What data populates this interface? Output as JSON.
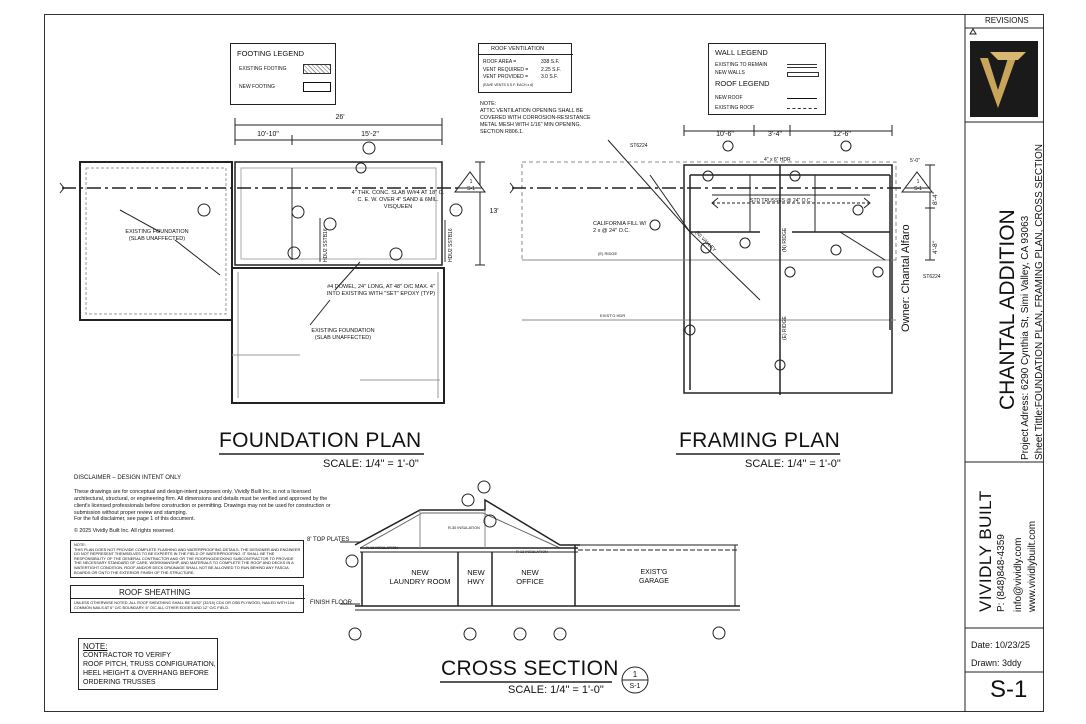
{
  "title_block": {
    "revisions": "REVISIONS",
    "project_name": "CHANTAL ADDITION",
    "project_address": "Project Adress: 6290 Cynthia St, Simi Valley, CA 93063",
    "sheet_title": "Sheet Tittle:FOUNDATION PLAN, FRAMING PLAN, CROSS SECTION",
    "owner": "Owner: Chantal Alfaro",
    "company": "VIVIDLY BUILT",
    "phone": "P: (848)848-4359",
    "email": "info@vividly.com",
    "website": "www.vividlybuilt.com",
    "date": "Date: 10/23/25",
    "drawn": "Drawn: 3ddy",
    "sheet_number": "S-1"
  },
  "footing_legend": {
    "title": "FOOTING LEGEND",
    "existing": "EXISTING FOOTING",
    "new": "NEW FOOTING"
  },
  "roof_ventilation": {
    "title": "ROOF VENTILATION",
    "rows": [
      {
        "label": "ROOF AREA =",
        "value": "338 S.F."
      },
      {
        "label": "VENT REQUIRED =",
        "value": "2.25 S.F."
      },
      {
        "label": "VENT PROVIDED =",
        "value": "3.0 S.F."
      }
    ],
    "sub": "(EAVE VENTS 5 S.F. EACH x 6)",
    "note": "NOTE:\nATTIC VENTILATION OPENING SHALL BE COVERED WITH CORROSION-RESISTANCE METAL MESH WITH 1/16\" MIN OPENING. SECTION R806.1."
  },
  "wall_legend": {
    "title": "WALL LEGEND",
    "existing": "EXISTING TO REMAIN",
    "new": "NEW WALLS",
    "roof_title": "ROOF LEGEND",
    "new_roof": "NEW ROOF",
    "existing_roof": "EXISTING ROOF"
  },
  "foundation": {
    "title": "FOUNDATION PLAN",
    "scale": "SCALE: 1/4\" = 1'-0\"",
    "dims": {
      "overall": "26'",
      "left": "10'-10\"",
      "right": "15'-2\"",
      "depth": "13'"
    },
    "notes": {
      "slab": "4\" THK. CONC. SLAB W/#4 AT 18\" O. C. E. W. OVER 4\" SAND & 6MIL. VISQUEEN",
      "existing1": "EXISTING FOUNDATION (SLAB UNAFFECTED)",
      "dowel": "#4 DOWEL, 24\" LONG, AT 48\" O/C MAX. 4\" INTO EXISTING WITH \"SET\" EPOXY (TYP)",
      "existing2": "EXISTING FOUNDATION (SLAB UNAFFECTED)",
      "holdown1": "HDU2 SSTB16",
      "holdown2": "HDU2 SSTB16"
    }
  },
  "framing": {
    "title": "FRAMING PLAN",
    "scale": "SCALE: 1/4\" = 1'-0\"",
    "dims": {
      "d1": "10'-6\"",
      "d2": "3'-4\"",
      "d3": "12'-6\"",
      "r1": "5'-0\"",
      "r2": "8'-4\"",
      "r3": "4'-8\""
    },
    "notes": {
      "trusses": "STD TRUSSES @ 24\" O.C.",
      "fill": "CALIFORNIA FILL W/ 2 x @ 24\" O.C.",
      "hdr": "4\" x 6\" HDR",
      "st1": "ST6224",
      "st2": "ST6224",
      "ridge1": "(E) RIDGE",
      "ridge2": "(N) RIDGE",
      "ridge3": "(E) RIDGE",
      "valley": "(N) VALLEY",
      "exist_hdr": "EXIST'G HDR"
    }
  },
  "disclaimer": {
    "title": "DISCLAIMER – DESIGN INTENT ONLY",
    "body": "These drawings are for conceptual and design-intent purposes only. Vividly Built Inc. is not a licensed architectural, structural, or engineering firm. All dimensions and details must be verified and approved by the client's licensed professionals before construction or permitting. Drawings may not be used for construction or submission without proper review and stamping.",
    "body2": "For the full disclaimer, see page 1 of this document.",
    "copyright": "© 2025 Vividly Built Inc. All rights reserved."
  },
  "note_box": {
    "text": "NOTE:\nTHIS PLAN DOES NOT PROVIDE COMPLETE FLASHING AND WATERPROOFING DETAILS. THE DESIGNER AND ENGINEER DO NOT REPRESENT THEMSELVES TO BE EXPERTS IN THE FIELD OF WATERPROOFING. IT SHALL BE THE RESPONSIBILITY OF THE GENERAL CONTRACTOR AND OR THE ROOFING/DECKING SUBCONTRACTOR TO PROVIDE THE NECESSARY STANDARD OF CARE, WORKMANSHIP, AND MATERIALS TO COMPLETE THE ROOF AND DECKS IN A WATERTIGHT CONDITION. ROOF AND/OR DECK DRAINAGE SHALL NOT BE ALLOWED TO RUN BEHIND ANY FASCIA BOARDS OR ONTO THE EXTERIOR FINISH OF THE STRUCTURE."
  },
  "roof_sheathing": {
    "title": "ROOF SHEATHING",
    "text": "UNLESS OTHERWISE NOTED, ALL ROOF SHEATHING SHALL BE 15/32\" (32/16) CDX OR OSB PLYWOOD, NAILED WITH 10d COMMON NAILS AT 6\" O/C BOUNDARY, 6\" O/C ALL OTHER EDGES AND 12\" O/C FIELD."
  },
  "contractor_note": {
    "title": "NOTE:",
    "lines": [
      "CONTRACTOR TO VERIFY",
      "ROOF PITCH, TRUSS CONFIGURATION,",
      "HEEL HEIGHT & OVERHANG BEFORE",
      "ORDERING TRUSSES"
    ]
  },
  "cross_section": {
    "title": "CROSS SECTION",
    "scale": "SCALE: 1/4\" = 1'-0\"",
    "rooms": {
      "laundry": "NEW\nLAUNDRY ROOM",
      "hwy": "NEW\nHWY",
      "office": "NEW\nOFFICE",
      "garage": "EXIST'G\nGARAGE"
    },
    "labels": {
      "top_plates": "8' TOP PLATES",
      "finish_floor": "FINISH FLOOR",
      "r13a": "R-13 INSULATION",
      "r13b": "R-13 INSULATION",
      "r30": "R-30 INSULATION"
    },
    "marker": {
      "num": "1",
      "sheet": "S-1"
    }
  },
  "section_marker": {
    "num": "1",
    "sheet": "S-1"
  }
}
